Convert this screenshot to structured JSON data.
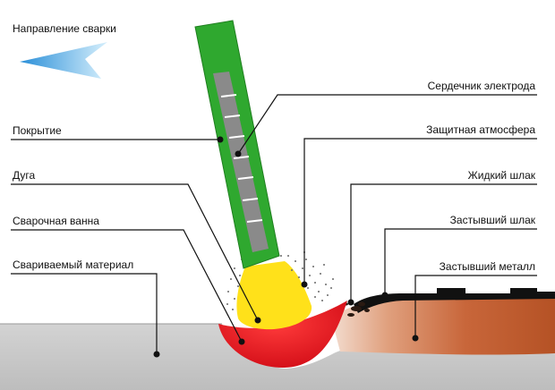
{
  "direction": {
    "label": "Направление сварки",
    "arrow_icon": "direction-arrow-icon",
    "arrow_color": "#4fb0e8"
  },
  "labels": {
    "electrode_core": "Сердечник электрода",
    "coating": "Покрытие",
    "shielding_atmosphere": "Защитная атмосфера",
    "arc": "Дуга",
    "liquid_slag": "Жидкий шлак",
    "weld_pool": "Сварочная ванна",
    "solidified_slag": "Застывший шлак",
    "base_material": "Свариваемый материал",
    "solidified_metal": "Застывший металл"
  },
  "colors": {
    "electrode_coating": "#2fa82f",
    "electrode_core": "#8a8a8a",
    "arc": "#ffe11a",
    "weld_pool": "#e3141e",
    "solidified_metal": "#c25a2c",
    "solidified_slag": "#111111",
    "base_material": "#c9c9c9"
  }
}
